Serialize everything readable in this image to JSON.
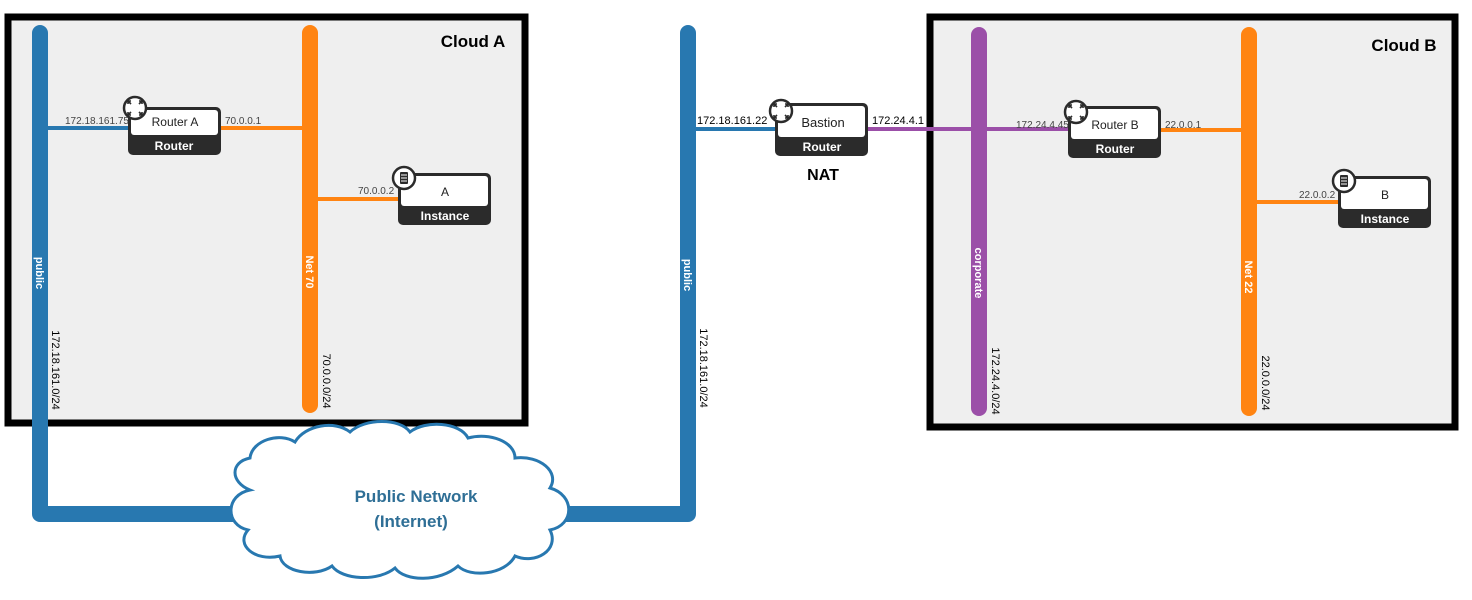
{
  "colors": {
    "public": "#2878b0",
    "net_orange": "#ff8412",
    "corporate": "#9b4fa8",
    "cloud_bg": "#efefef",
    "frame": "#000000",
    "node_dark": "#2b2b2b",
    "internet_text": "#2f6f96"
  },
  "cloud_a": {
    "title": "Cloud A",
    "public_net": {
      "name": "public",
      "cidr": "172.18.161.0/24"
    },
    "net70": {
      "name": "Net 70",
      "cidr": "70.0.0.0/24"
    },
    "router": {
      "name": "Router A",
      "type": "Router",
      "icon": "router-icon",
      "public_ip": "172.18.161.75",
      "net_ip": "70.0.0.1"
    },
    "instance": {
      "name": "A",
      "type": "Instance",
      "icon": "server-icon",
      "ip": "70.0.0.2"
    }
  },
  "middle": {
    "public_net": {
      "name": "public",
      "cidr": "172.18.161.0/24"
    },
    "bastion": {
      "name": "Bastion",
      "type": "Router",
      "icon": "router-icon",
      "public_ip": "172.18.161.22",
      "corp_ip": "172.24.4.1"
    },
    "nat_label": "NAT"
  },
  "cloud_b": {
    "title": "Cloud B",
    "corporate_net": {
      "name": "corporate",
      "cidr": "172.24.4.0/24"
    },
    "net22": {
      "name": "Net 22",
      "cidr": "22.0.0.0/24"
    },
    "router": {
      "name": "Router B",
      "type": "Router",
      "icon": "router-icon",
      "corp_ip": "172.24.4.45",
      "net_ip": "22.0.0.1"
    },
    "instance": {
      "name": "B",
      "type": "Instance",
      "icon": "server-icon",
      "ip": "22.0.0.2"
    }
  },
  "internet": {
    "line1": "Public Network",
    "line2": "(Internet)",
    "icon": "cloud-shape"
  }
}
